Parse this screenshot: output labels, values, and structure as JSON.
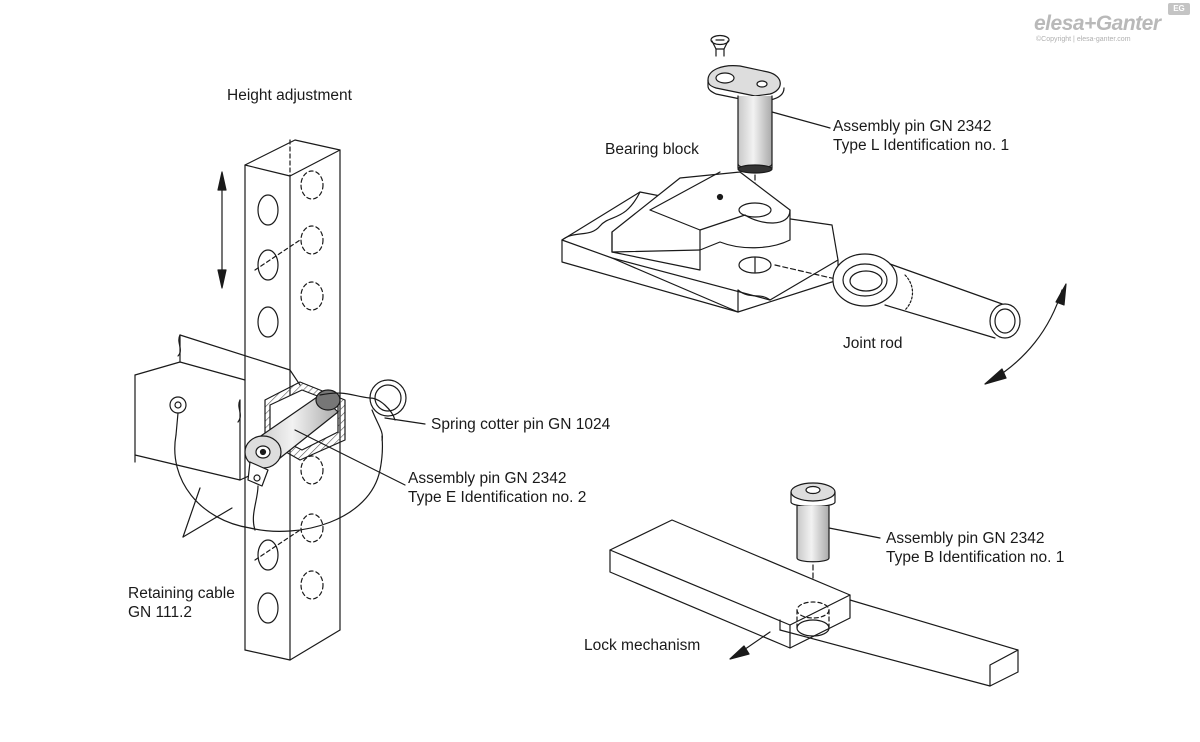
{
  "brand": {
    "logo_text": "elesa+Ganter",
    "copyright": "©Copyright | elesa-ganter.com",
    "badge": "EG"
  },
  "labels": {
    "height_adjustment": "Height adjustment",
    "spring_cotter_pin": "Spring cotter pin GN 1024",
    "assembly_pin_e_line1": "Assembly pin GN 2342",
    "assembly_pin_e_line2": "Type E Identification no. 2",
    "retaining_cable_line1": "Retaining cable",
    "retaining_cable_line2": "GN 111.2",
    "bearing_block": "Bearing block",
    "assembly_pin_l_line1": "Assembly pin GN 2342",
    "assembly_pin_l_line2": "Type L Identification no. 1",
    "joint_rod": "Joint rod",
    "assembly_pin_b_line1": "Assembly pin GN 2342",
    "assembly_pin_b_line2": "Type B Identification no. 1",
    "lock_mechanism": "Lock mechanism"
  },
  "colors": {
    "line": "#1a1a1a",
    "pin_fill": "#d6d6d6",
    "hatch": "#8a8a8a",
    "brand": "#b9b9b9"
  }
}
